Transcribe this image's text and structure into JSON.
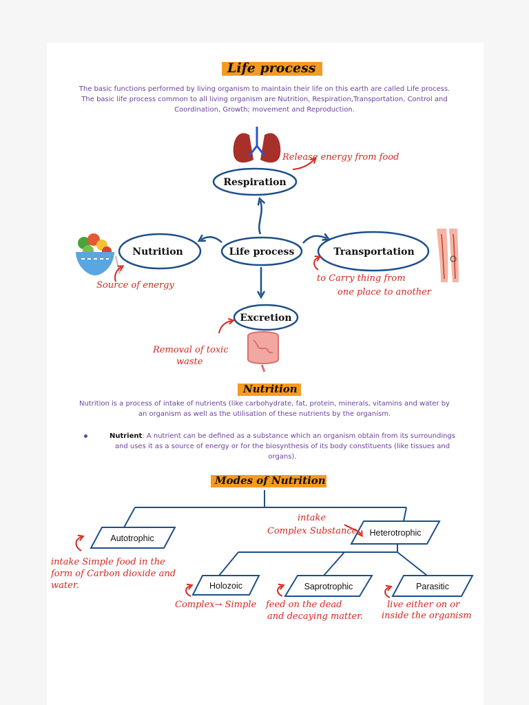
{
  "colors": {
    "accent": "#f59a22",
    "purple_text": "#6b3fa0",
    "node_blue": "#1d4e89",
    "annotation_red": "#d7261e"
  },
  "header": {
    "title": "Life process",
    "intro_line1": "The basic functions performed by living organism to maintain their life on this earth are called Life process.",
    "intro_line2": "The basic life process common to all living organism are Nutrition, Respiration,Transportation, Control and",
    "intro_line3": "Coordination, Growth; movement and Reproduction."
  },
  "mindmap": {
    "center": "Life process",
    "respiration": "Respiration",
    "nutrition": "Nutrition",
    "transportation": "Transportation",
    "excretion": "Excretion",
    "respiration_note": "Release energy from food",
    "nutrition_note": "Source of energy",
    "transport_note_1": "to Carry thing from",
    "transport_note_2": "one place to another",
    "excretion_note_1": "Removal of toxic",
    "excretion_note_2": "waste",
    "icons": [
      "lungs-icon",
      "salad-bowl-icon",
      "blood-vessels-legs-icon",
      "intestine-icon"
    ]
  },
  "nutrition_section": {
    "title": "Nutrition",
    "def_line1": "Nutrition is a process of intake of nutrients (like carbohydrate, fat, protein, minerals, vitamins and water by",
    "def_line2": "an organism as well as the utilisation of these nutrients by the organism.",
    "bullet_term": "Nutrient",
    "bullet_line1": ": A nutrient can be defined as a substance which an organism obtain from its surroundings",
    "bullet_line2": "and uses it as a source of energy or for the biosynthesis of its body constituents (like tissues and",
    "bullet_line3": "organs)."
  },
  "modes": {
    "title": "Modes of Nutrition",
    "autotrophic": "Autotrophic",
    "heterotrophic": "Heterotrophic",
    "holozoic": "Holozoic",
    "saprotrophic": "Saprotrophic",
    "parasitic": "Parasitic",
    "auto_note_1": "intake Simple food in the",
    "auto_note_2": "form of Carbon dioxide and",
    "auto_note_3": "water.",
    "hetero_note_1": "intake",
    "hetero_note_2": "Complex Substance",
    "holozoic_note": "Complex→ Simple",
    "sapro_note_1": "feed on the dead",
    "sapro_note_2": "and decaying matter.",
    "parasitic_note_1": "live either on or",
    "parasitic_note_2": "inside the organism"
  }
}
